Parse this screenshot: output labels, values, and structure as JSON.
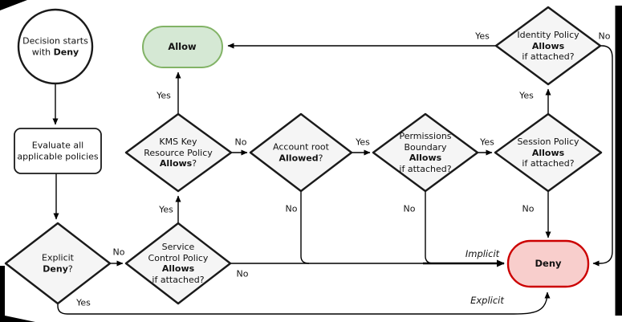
{
  "nodes": {
    "start": {
      "line1": "Decision starts",
      "line2_pre": "with ",
      "line2_bold": "Deny"
    },
    "evaluate": {
      "line1": "Evaluate all",
      "line2": "applicable policies"
    },
    "explicit_deny": {
      "line1": "Explicit",
      "line2_bold": "Deny",
      "line2_suffix": "?"
    },
    "scp": {
      "line1": "Service",
      "line2": "Control Policy",
      "line3_bold": "Allows",
      "line4": "if attached?"
    },
    "kms": {
      "line1": "KMS Key",
      "line2": "Resource Policy",
      "line3_bold": "Allows",
      "line3_suffix": "?"
    },
    "account": {
      "line1": "Account root",
      "line2_bold": "Allowed",
      "line2_suffix": "?"
    },
    "boundary": {
      "line1": "Permissions",
      "line2": "Boundary",
      "line3_bold": "Allows",
      "line4": "if attached?"
    },
    "session": {
      "line1": "Session Policy",
      "line2_bold": "Allows",
      "line3": "if attached?"
    },
    "identity": {
      "line1": "Identity Policy",
      "line2_bold": "Allows",
      "line3": "if attached?"
    },
    "allow": {
      "label": "Allow"
    },
    "deny": {
      "label": "Deny"
    }
  },
  "edge_labels": {
    "explicit_deny_no": "No",
    "explicit_deny_yes": "Yes",
    "scp_yes": "Yes",
    "scp_no": "No",
    "kms_yes": "Yes",
    "kms_no": "No",
    "account_yes": "Yes",
    "account_no": "No",
    "boundary_yes": "Yes",
    "boundary_no": "No",
    "session_yes": "Yes",
    "session_no": "No",
    "identity_yes": "Yes",
    "identity_no": "No",
    "implicit": "Implicit",
    "explicit": "Explicit"
  },
  "colors": {
    "allow_fill": "#d5e8d4",
    "allow_stroke": "#82b366",
    "deny_fill": "#f8cecc",
    "deny_stroke": "#cc0000",
    "diamond_fill": "#f5f5f5",
    "diamond_stroke": "#1a1a1a"
  }
}
